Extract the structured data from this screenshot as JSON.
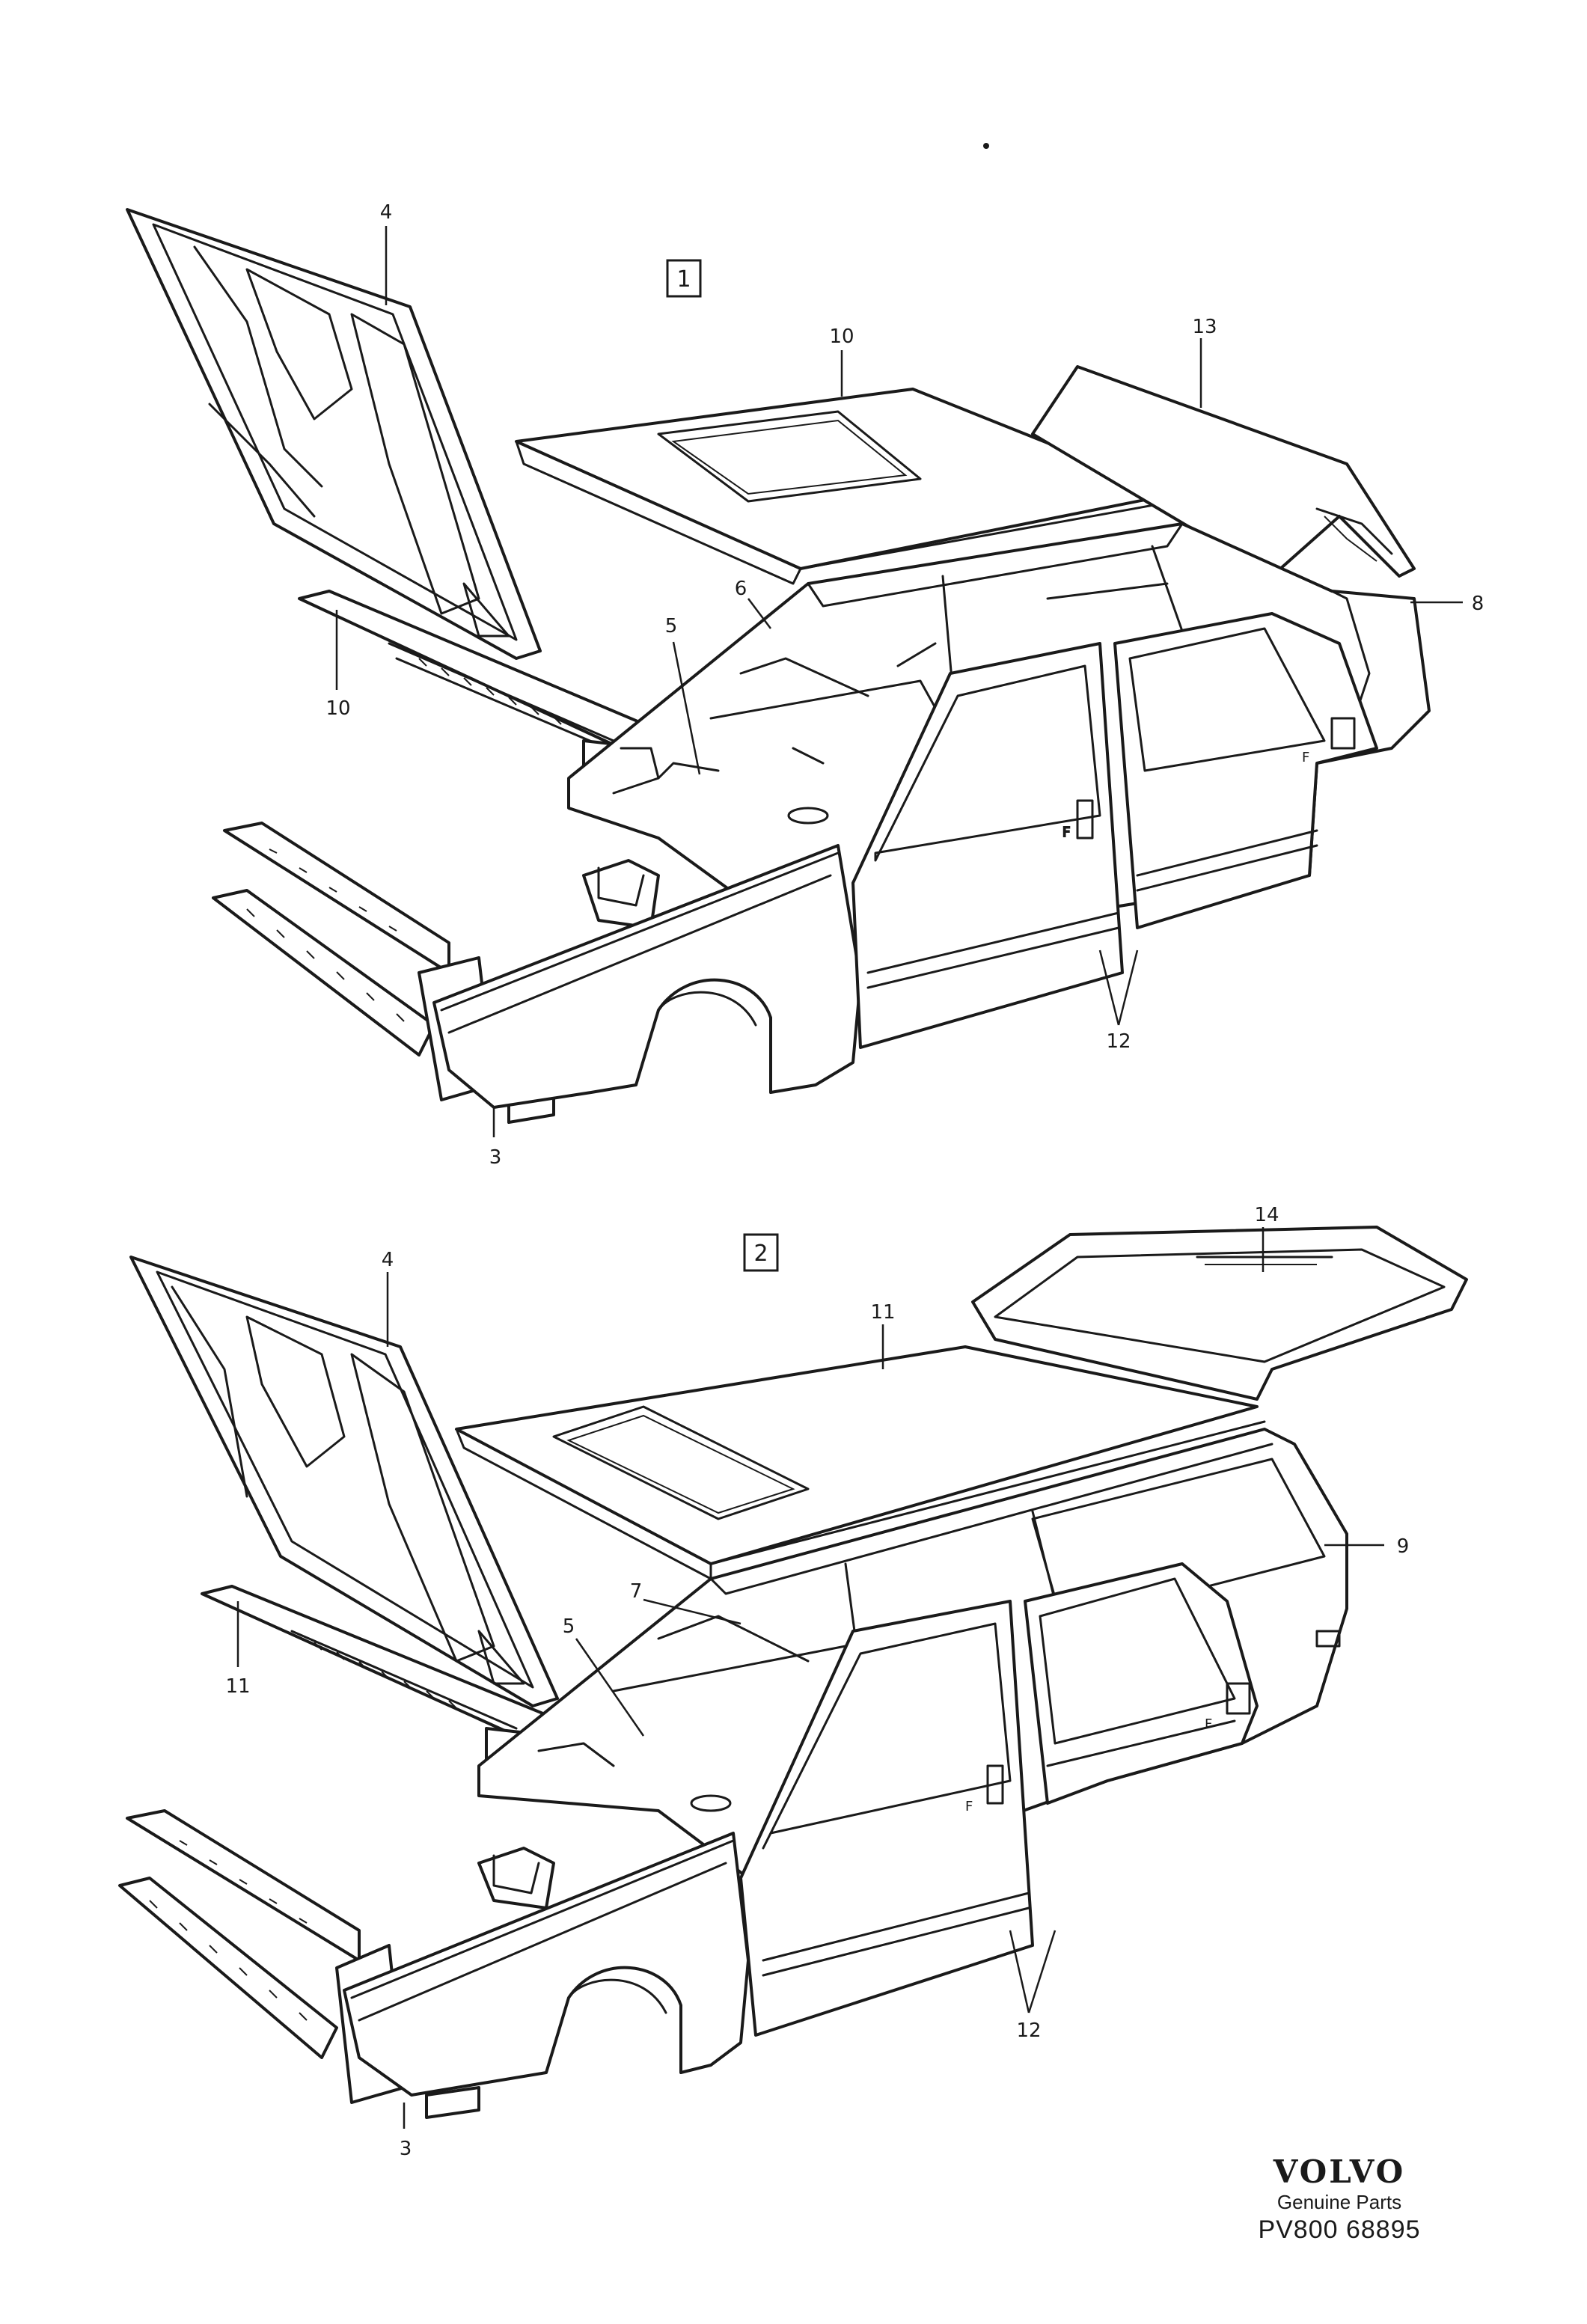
{
  "view_1": {
    "frame_label": "1",
    "callouts": {
      "hood": "4",
      "roof": "10",
      "cowl": "10",
      "trunk_lid": "13",
      "inner_panel": "6",
      "a_pillar": "5",
      "rear_quarter": "8",
      "doors": "12",
      "front_member": "3"
    }
  },
  "view_2": {
    "frame_label": "2",
    "callouts": {
      "hood": "4",
      "roof": "11",
      "cowl": "11",
      "tailgate": "14",
      "inner_panel": "7",
      "a_pillar": "5",
      "rear_side": "9",
      "doors": "12",
      "front_member": "3"
    }
  },
  "brand": {
    "logo": "VOLVO",
    "subtitle": "Genuine Parts",
    "code": "PV800 68895"
  }
}
